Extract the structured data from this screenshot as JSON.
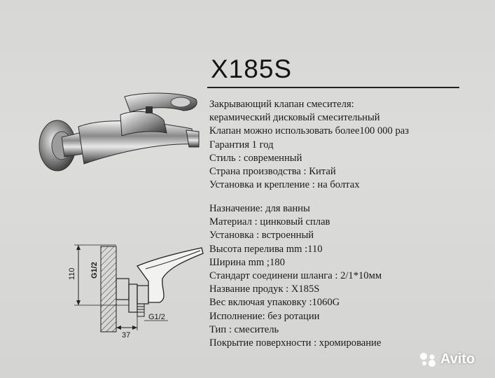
{
  "product": {
    "model": "X185S"
  },
  "features": [
    "Закрывающий клапан смесителя:",
    "керамический дисковый смесительный",
    "Клапан можно использовать более100 000 раз",
    "Гарантия 1 год",
    "Стиль : современный",
    "Страна производства : Китай",
    "Установка и крепление : на болтах"
  ],
  "specs": [
    "Назначение: для ванны",
    "Материал : цинковый сплав",
    "Установка :  встроенный",
    "Высота перелива  mm :110",
    "Ширина mm ;180",
    "Стандарт соединени шланга  :   2/1*10мм",
    "Название продук : X185S",
    "Вес включая упаковку :1060G",
    "Исполнение: без ротации",
    "Тип : смеситель",
    "Покрытие поверхности : хромирование"
  ],
  "drawing": {
    "thread_label_vertical": "G1/2",
    "thread_label_bottom": "G1/2",
    "height_label": "110",
    "depth_label": "37"
  },
  "watermark": {
    "text": "Avito",
    "icon": "avito-dots-icon"
  }
}
